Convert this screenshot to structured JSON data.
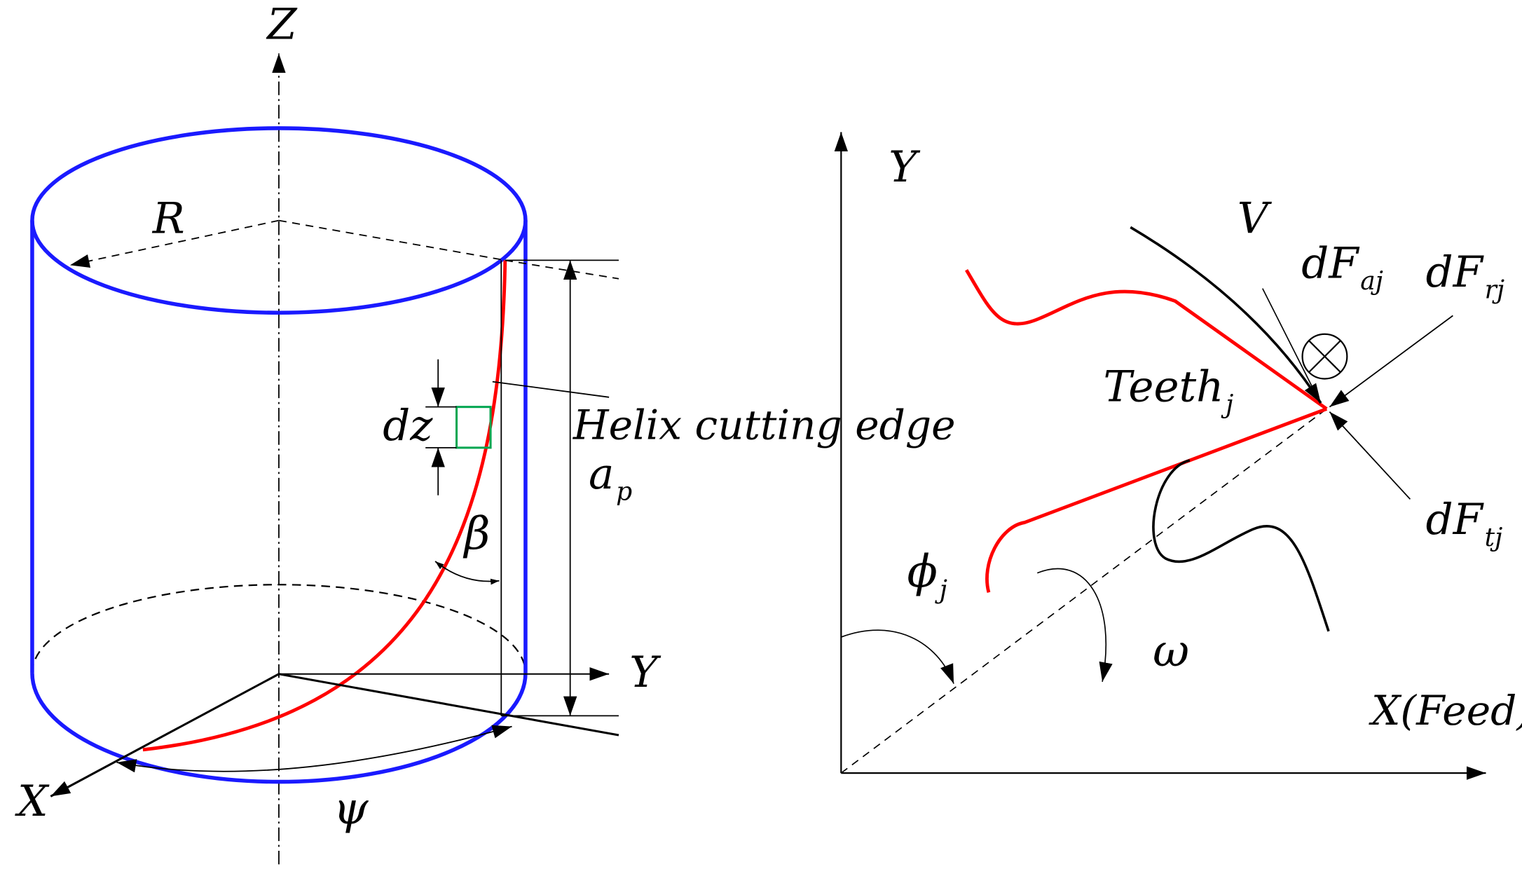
{
  "left_diagram": {
    "axis_z": "Z",
    "axis_y": "Y",
    "axis_x": "X",
    "radius": "R",
    "dz": "dz",
    "helix_label": "Helix cutting edge",
    "ap_main": "a",
    "ap_sub": "p",
    "beta": "β",
    "psi": "ψ"
  },
  "right_diagram": {
    "axis_y": "Y",
    "axis_x": "X(Feed)",
    "velocity": "V",
    "dfa_main": "dF",
    "dfa_sub": "aj",
    "dfr_main": "dF",
    "dfr_sub": "rj",
    "dft_main": "dF",
    "dft_sub": "tj",
    "teeth_main": "Teeth",
    "teeth_sub": "j",
    "phi_main": "ϕ",
    "phi_sub": "j",
    "omega": "ω"
  },
  "colors": {
    "cylinder": "#1a1aff",
    "helix": "#ff0000",
    "element": "#00a651",
    "lines": "#000000"
  }
}
